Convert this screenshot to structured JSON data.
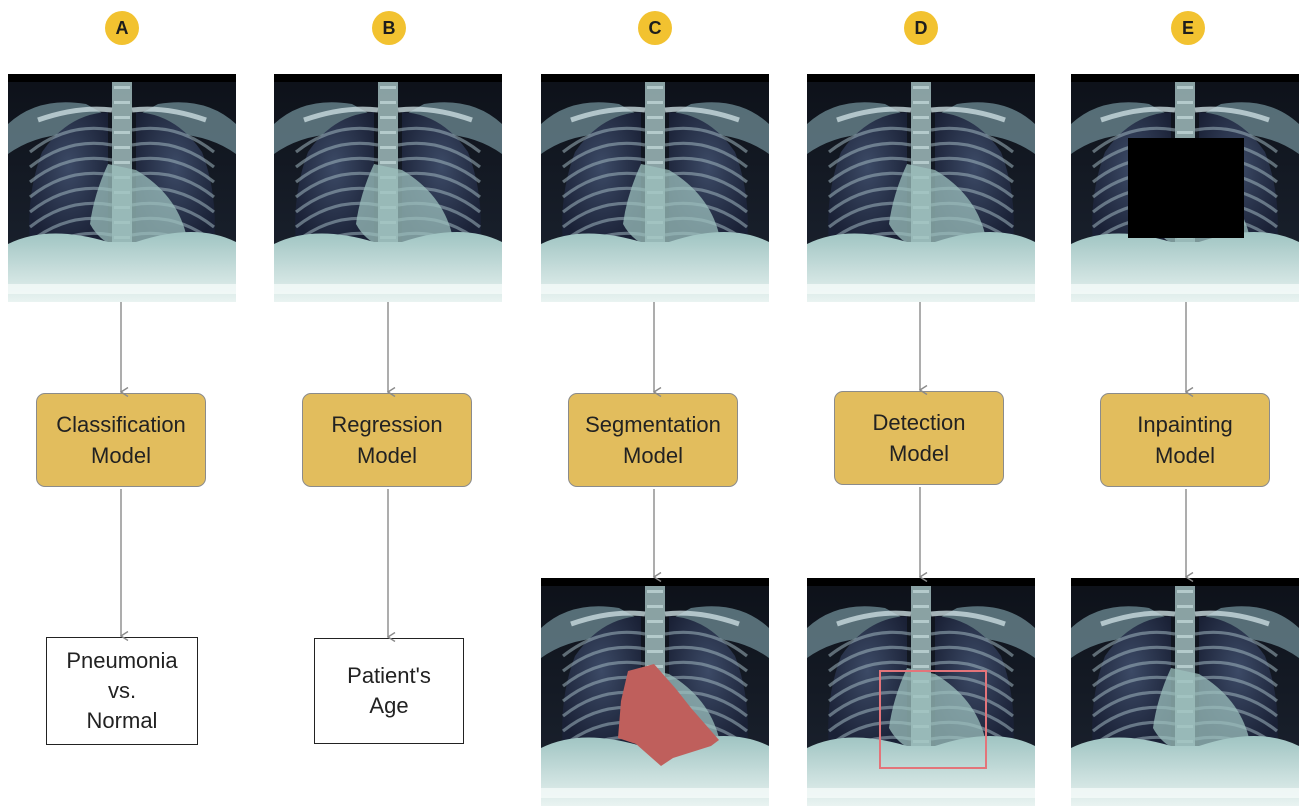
{
  "columns": [
    {
      "id": "A",
      "letter": "A",
      "model_line1": "Classification",
      "model_line2": "Model",
      "output_type": "text",
      "output_lines": [
        "Pneumonia",
        "vs.",
        "Normal"
      ]
    },
    {
      "id": "B",
      "letter": "B",
      "model_line1": "Regression",
      "model_line2": "Model",
      "output_type": "text",
      "output_lines": [
        "Patient's",
        "Age"
      ]
    },
    {
      "id": "C",
      "letter": "C",
      "model_line1": "Segmentation",
      "model_line2": "Model",
      "output_type": "segmentation-xray"
    },
    {
      "id": "D",
      "letter": "D",
      "model_line1": "Detection",
      "model_line2": "Model",
      "output_type": "detection-xray"
    },
    {
      "id": "E",
      "letter": "E",
      "model_line1": "Inpainting",
      "model_line2": "Model",
      "output_type": "inpainted-xray"
    }
  ],
  "colors": {
    "badge": "#f2c230",
    "model_box": "#e2bd5d",
    "segmentation_mask": "#bf5f5c",
    "detection_box": "#e3747a",
    "arrow": "#8a8a8a"
  },
  "icons": {
    "input_image": "chest-xray",
    "inpaint_mask": "black-square-mask"
  }
}
